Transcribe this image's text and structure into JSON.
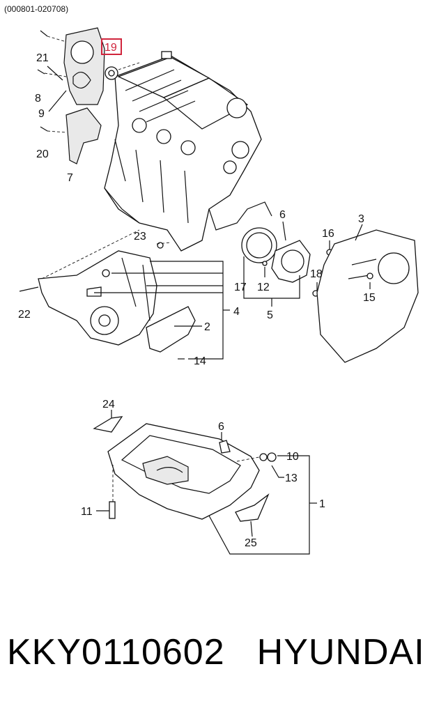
{
  "header": {
    "date_code": "(000801-020708)"
  },
  "footer": {
    "part_number": "KKY0110602",
    "brand": "HYUNDAI"
  },
  "highlight_color": "#d0243c",
  "callouts": {
    "c19": "19",
    "c21": "21",
    "c8": "8",
    "c9": "9",
    "c20": "20",
    "c7": "7",
    "c23": "23",
    "c22": "22",
    "c4": "4",
    "c2": "2",
    "c14": "14",
    "c6a": "6",
    "c17": "17",
    "c12": "12",
    "c5": "5",
    "c16": "16",
    "c18": "18",
    "c3": "3",
    "c15": "15",
    "c24": "24",
    "c6b": "6",
    "c10": "10",
    "c13": "13",
    "c1": "1",
    "c11": "11",
    "c25": "25"
  }
}
